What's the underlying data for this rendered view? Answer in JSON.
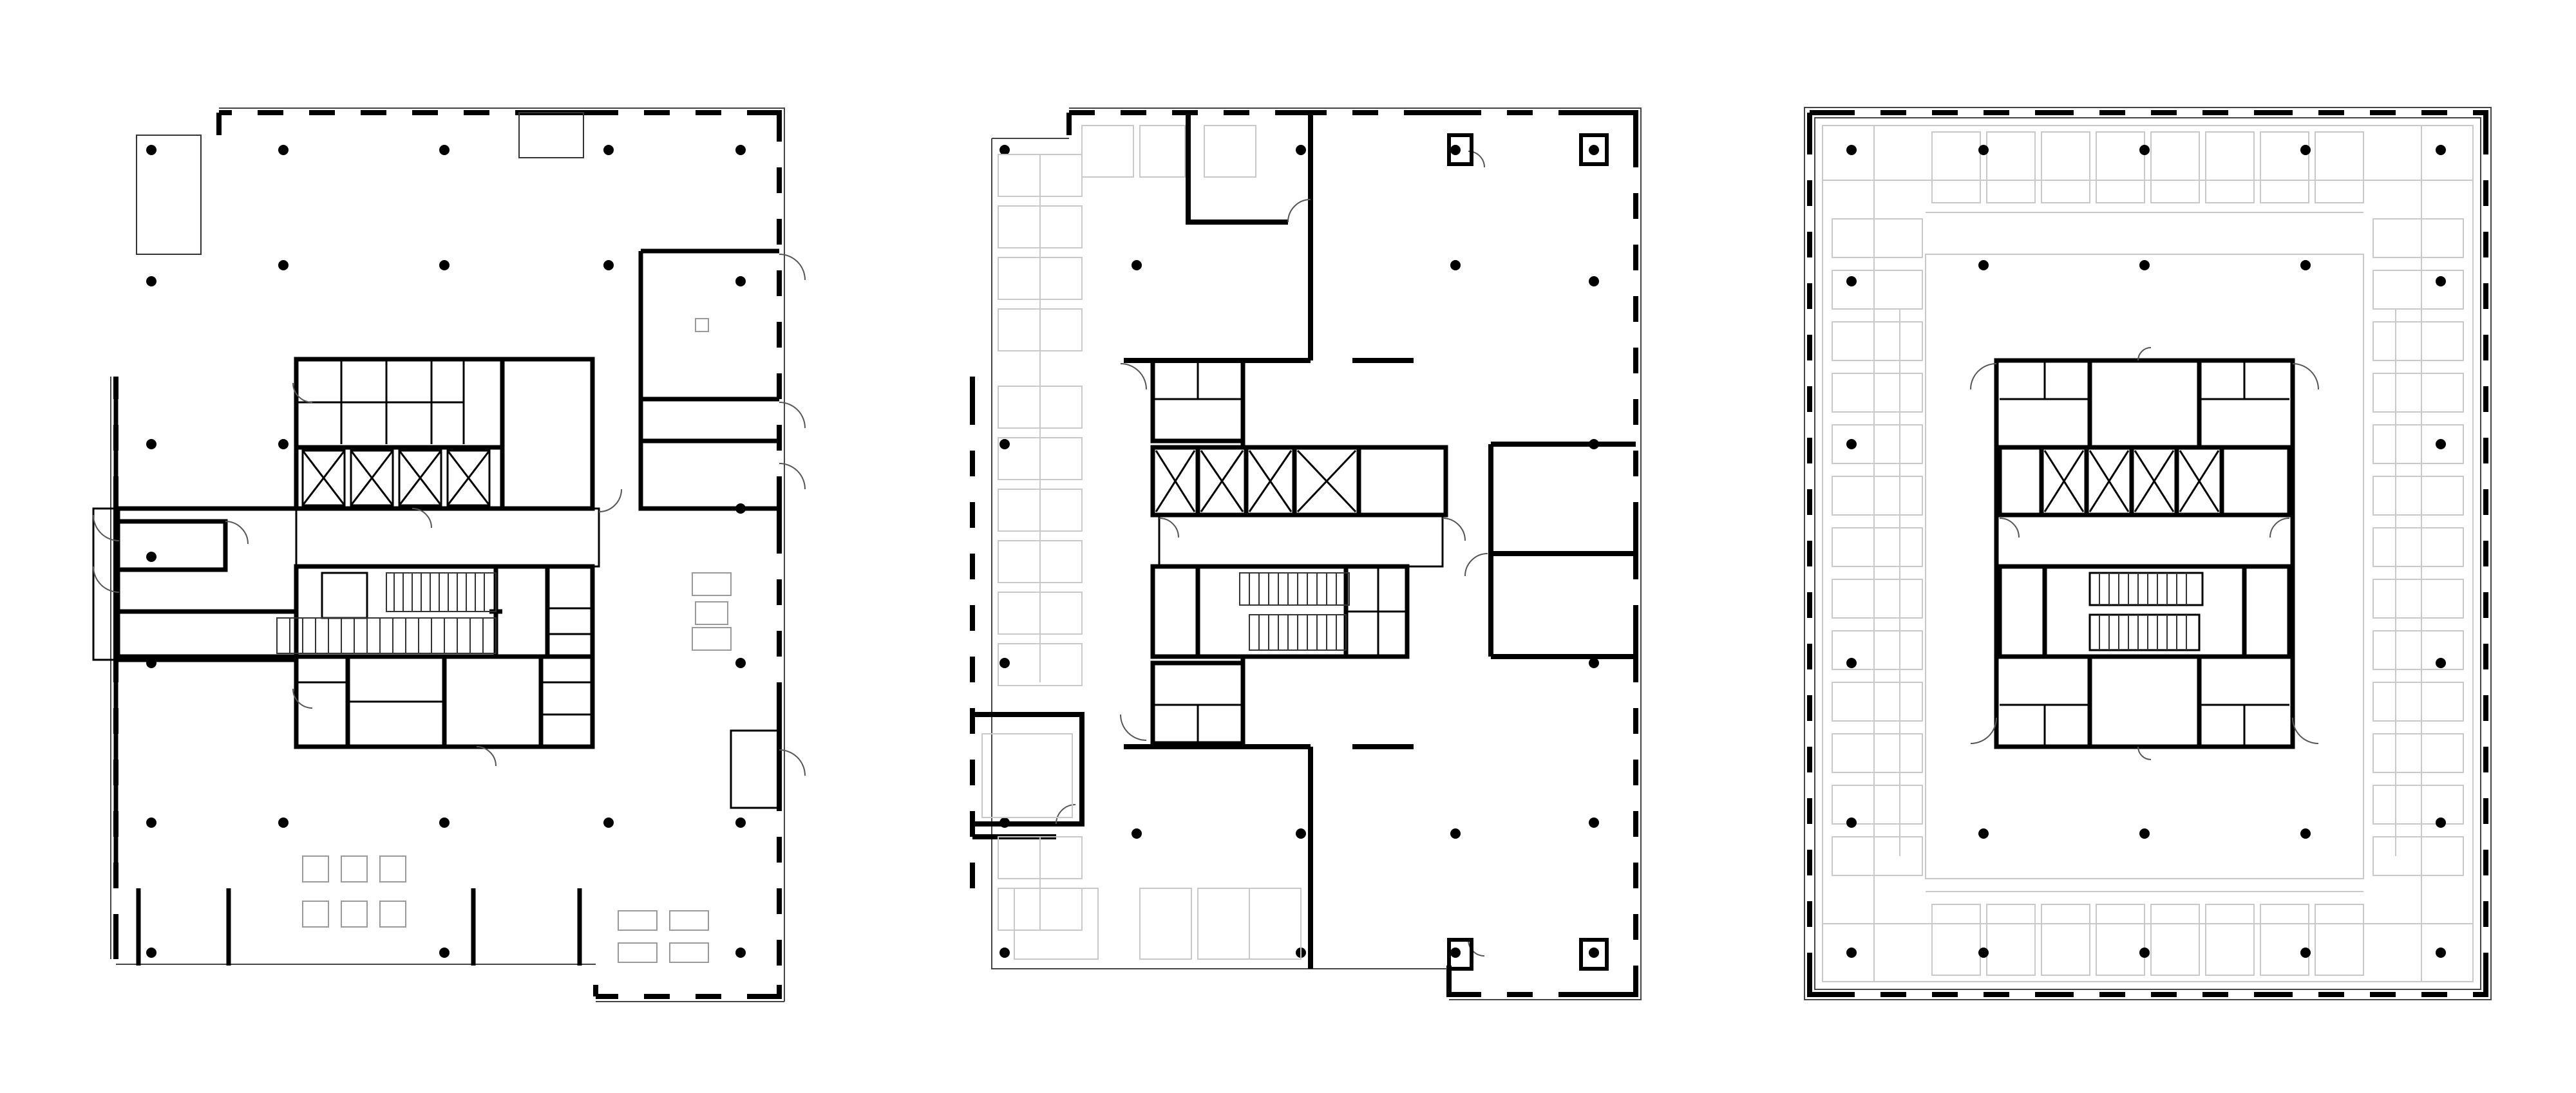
{
  "drawing": {
    "plans": [
      {
        "id": "plan-left",
        "kind": "ground-floor"
      },
      {
        "id": "plan-middle",
        "kind": "typical-floor-subdivided"
      },
      {
        "id": "plan-right",
        "kind": "typical-floor-open-plan"
      }
    ],
    "colors": {
      "background": "#ffffff",
      "wall": "#000000",
      "thin_line": "#555555",
      "furniture": "#c8c8c8",
      "column": "#000000"
    }
  }
}
